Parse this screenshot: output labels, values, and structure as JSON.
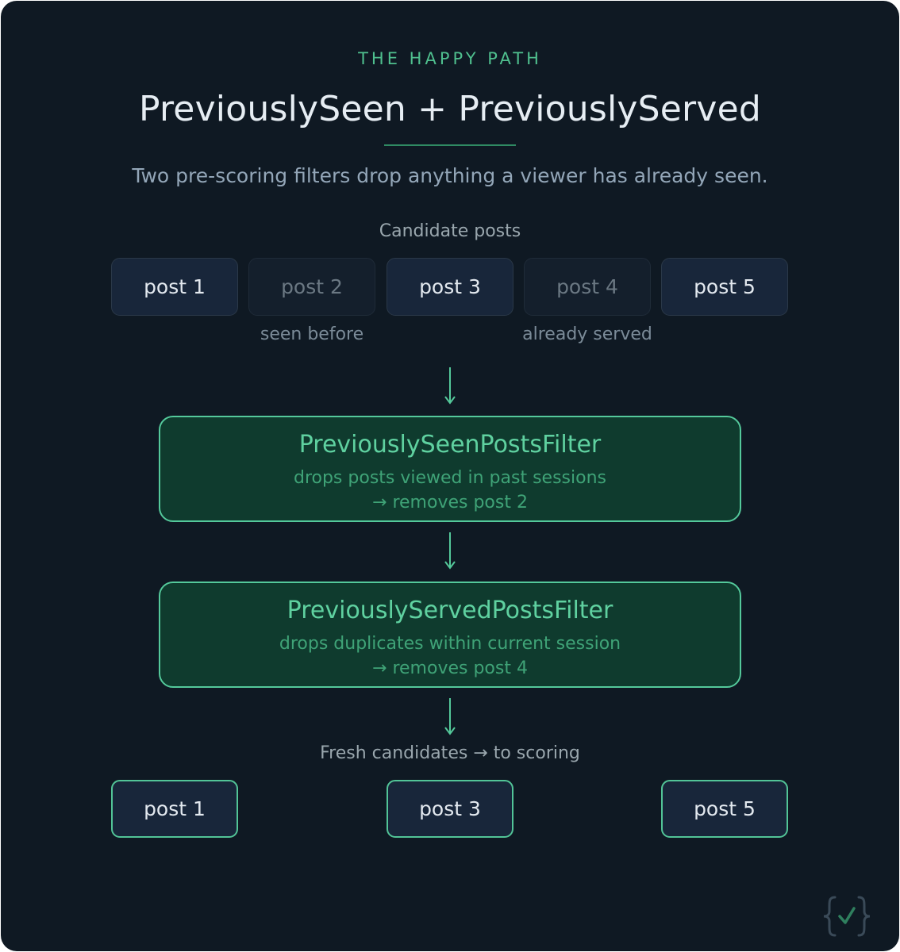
{
  "header": {
    "eyebrow": "THE HAPPY PATH",
    "title": "PreviouslySeen + PreviouslyServed",
    "subtitle": "Two pre-scoring filters drop anything a viewer has already seen."
  },
  "candidates": {
    "label": "Candidate posts",
    "posts": [
      {
        "label": "post 1",
        "state": "kept"
      },
      {
        "label": "post 2",
        "state": "dropped",
        "note": "seen before"
      },
      {
        "label": "post 3",
        "state": "kept"
      },
      {
        "label": "post 4",
        "state": "dropped",
        "note": "already served"
      },
      {
        "label": "post 5",
        "state": "kept"
      }
    ]
  },
  "filters": [
    {
      "name": "PreviouslySeenPostsFilter",
      "desc": "drops posts viewed in past sessions",
      "effect": "→ removes post 2"
    },
    {
      "name": "PreviouslyServedPostsFilter",
      "desc": "drops duplicates within current session",
      "effect": "→ removes post 4"
    }
  ],
  "output": {
    "label": "Fresh candidates → to scoring",
    "posts": [
      "post 1",
      "post 3",
      "post 5"
    ]
  },
  "colors": {
    "background": "#0f1923",
    "accent": "#54c99b",
    "filter_fill": "#0f3b2e",
    "post_fill": "#18263a"
  },
  "icons": {
    "arrow": "arrow-down-icon",
    "logo": "braces-check-logo-icon"
  }
}
